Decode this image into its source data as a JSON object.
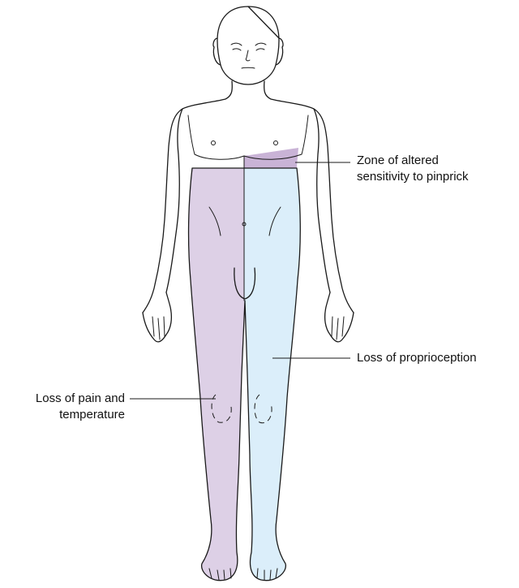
{
  "labels": {
    "pinprick_line1": "Zone of altered",
    "pinprick_line2": "sensitivity to pinprick",
    "proprioception": "Loss of proprioception",
    "pain_line1": "Loss of pain and",
    "pain_line2": "temperature"
  },
  "colors": {
    "pain_temperature_zone": "#ddd0e6",
    "proprioception_zone": "#dbeefa",
    "pinprick_zone": "#c9b3d6",
    "outline": "#1a1a1a"
  }
}
